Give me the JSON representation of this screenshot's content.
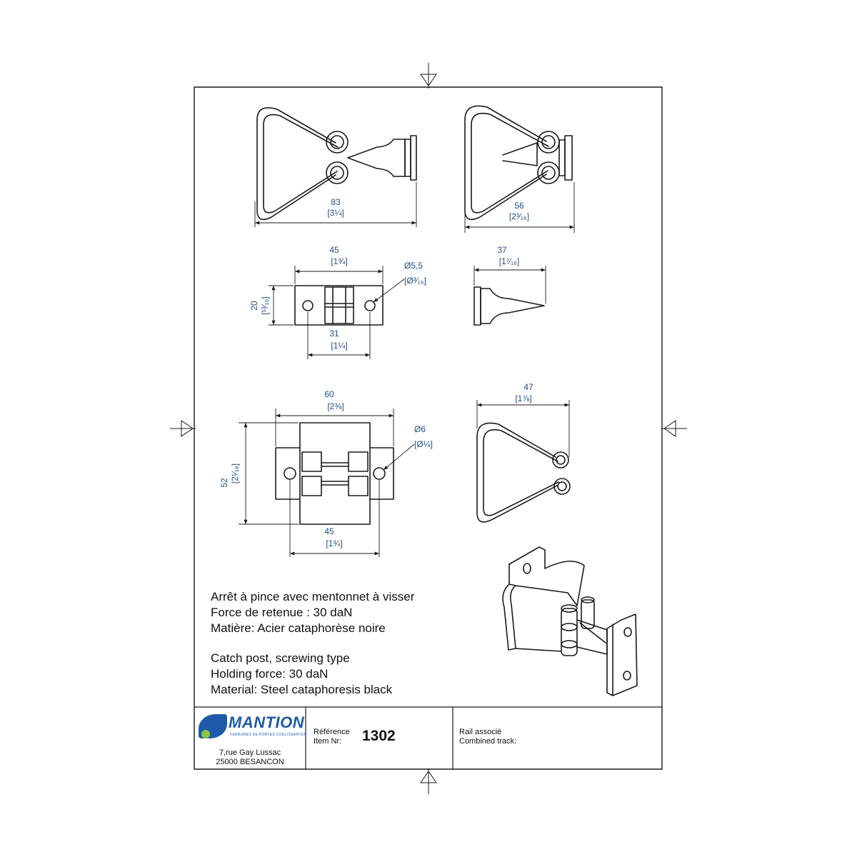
{
  "dimensions": {
    "top_left_width": {
      "value": "83",
      "imperial": "[3¼]"
    },
    "top_right_width": {
      "value": "56",
      "imperial": "[2³⁄₁₆]"
    },
    "plate_small_width": {
      "value": "45",
      "imperial": "[1¾]"
    },
    "plate_small_height": {
      "value": "20",
      "imperial": "[¹³⁄₁₆]"
    },
    "plate_small_hole": {
      "value": "Ø5,5",
      "imperial": "[Ø³⁄₁₆]"
    },
    "plate_small_spacing": {
      "value": "31",
      "imperial": "[1¼]"
    },
    "catch_side_width": {
      "value": "37",
      "imperial": "[1⁷⁄₁₆]"
    },
    "plate_large_width": {
      "value": "60",
      "imperial": "[2⅜]"
    },
    "plate_large_height": {
      "value": "52",
      "imperial": "[2¹⁄₁₆]"
    },
    "plate_large_hole": {
      "value": "Ø6",
      "imperial": "[Ø¼]"
    },
    "plate_large_spacing": {
      "value": "45",
      "imperial": "[1¾]"
    },
    "clip_width": {
      "value": "47",
      "imperial": "[1⅞]"
    }
  },
  "description": {
    "fr": [
      "Arrêt à pince avec mentonnet à visser",
      "Force de retenue : 30 daN",
      "Matière: Acier cataphorèse noire"
    ],
    "en": [
      "Catch post, screwing type",
      "Holding force: 30 daN",
      "Material: Steel cataphoresis black"
    ]
  },
  "title_block": {
    "logo": "MANTION",
    "logo_tagline": "FERRURES DE PORTES COULISSANTES",
    "address": [
      "7,rue Gay Lussac",
      "25000 BESANCON"
    ],
    "reference_label": [
      "Référence",
      "Item Nr:"
    ],
    "reference_value": "1302",
    "rail_label": [
      "Rail associé",
      "Combined track:"
    ]
  },
  "colors": {
    "dimension_text": "#1f4e87",
    "line": "#1a1a1a",
    "logo_blue": "#1e5aa8",
    "logo_green": "#8cc63f"
  }
}
